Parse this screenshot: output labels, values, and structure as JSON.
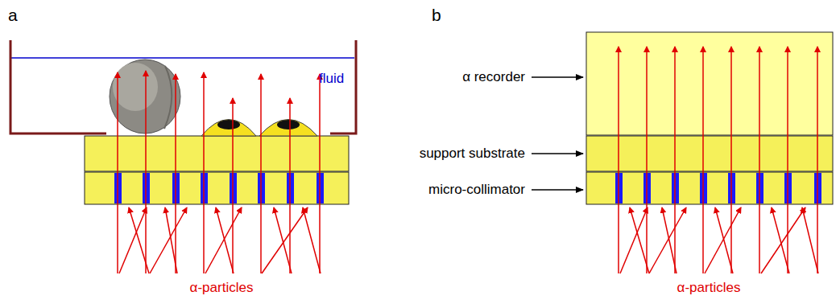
{
  "diagram": {
    "labels": [
      "a",
      "b",
      "fluid",
      "α recorder",
      "support substrate",
      "micro-collimator",
      "α-particles",
      "α-particles"
    ]
  }
}
